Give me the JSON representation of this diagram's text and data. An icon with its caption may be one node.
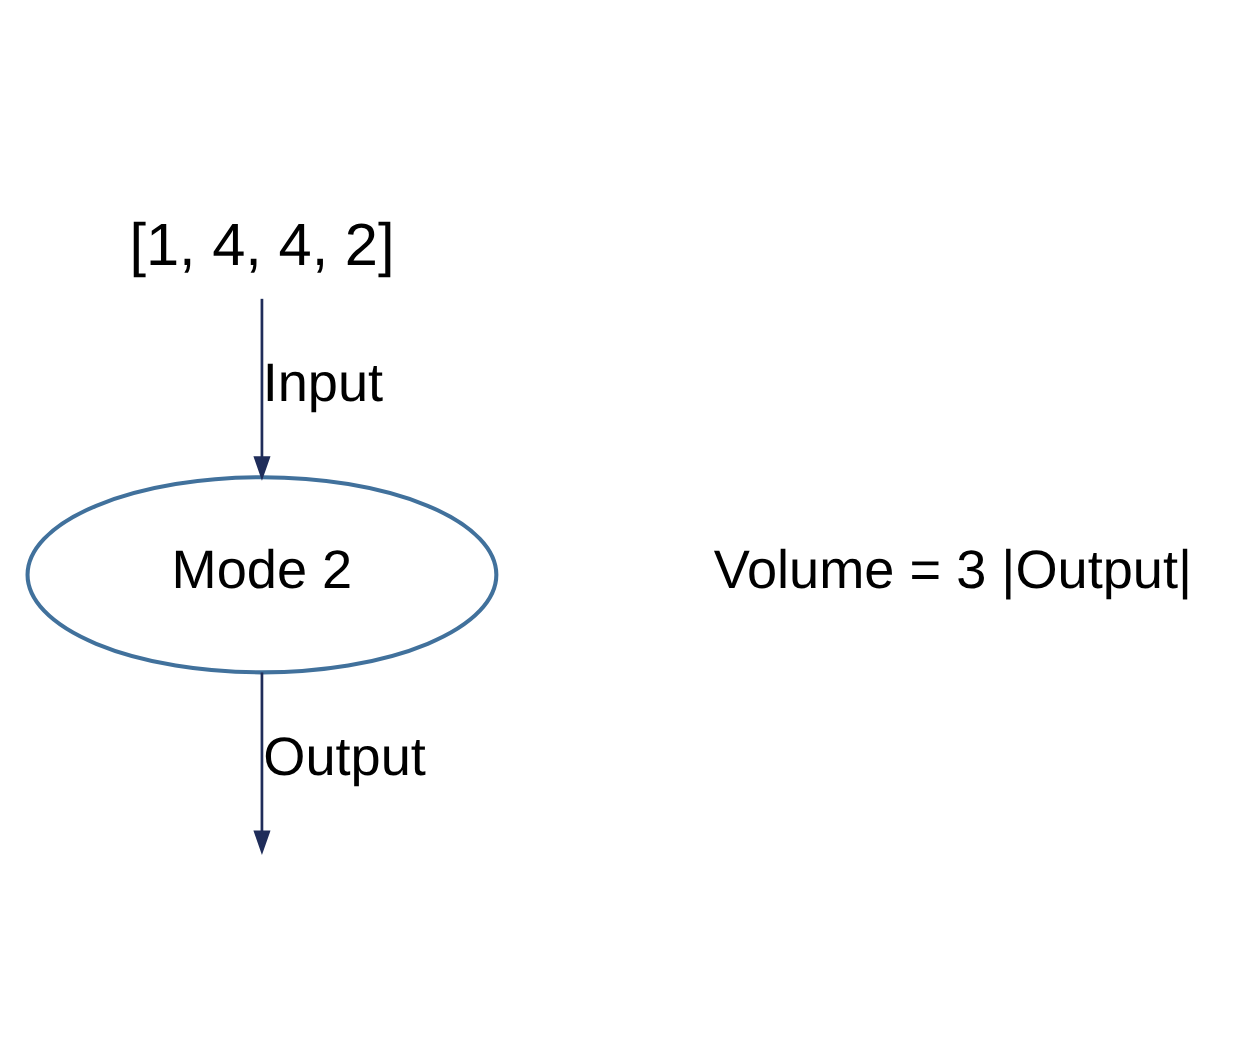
{
  "diagram": {
    "nodes": [
      {
        "text": [
          "[1, 4, 4, 2]"
        ]
      },
      {
        "text": [
          "Mode 2"
        ],
        "beside": [
          "Volume = 3 |Output|"
        ]
      }
    ],
    "edges": [
      {
        "from": 0,
        "to": 1,
        "arrow": "to",
        "label": "Input"
      },
      {
        "from": 1,
        "to": null,
        "arrow": "to",
        "label": "Output"
      }
    ]
  }
}
